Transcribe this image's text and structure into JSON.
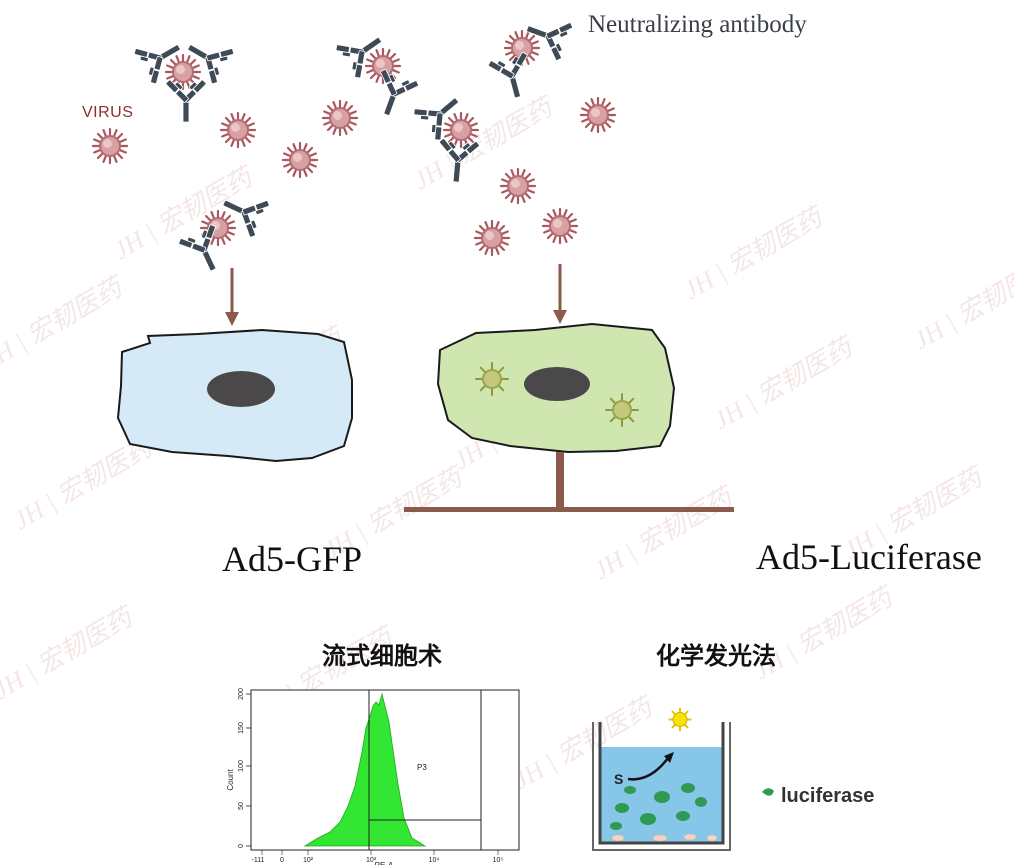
{
  "labels": {
    "neutralizing_antibody": "Neutralizing antibody",
    "virus": "VIRUS",
    "ad5_gfp": "Ad5-GFP",
    "ad5_luciferase": "Ad5-Luciferase",
    "flow_cytometry": "流式细胞术",
    "chemiluminescence": "化学发光法",
    "luciferase": "luciferase",
    "substrate": "S",
    "watermark": "JH 宏韧医药"
  },
  "histogram": {
    "gate_label": "P3",
    "ylabel": "Count",
    "xlabel": "PE-A",
    "y_ticks": [
      "0",
      "50",
      "100",
      "150",
      "200"
    ],
    "x_ticks": [
      "-111",
      "0",
      "10²",
      "10³",
      "10⁴",
      "10⁵"
    ]
  },
  "colors": {
    "virus": "#a8585e",
    "antibody": "#3f4a57",
    "arrow": "#8a5a4c",
    "cell_gfp_fill": "#d5eaf6",
    "cell_luc_fill": "#cfe6b0",
    "nucleus": "#4a4848",
    "histogram_fill": "#33e633",
    "well_liquid": "#86c6e8"
  }
}
